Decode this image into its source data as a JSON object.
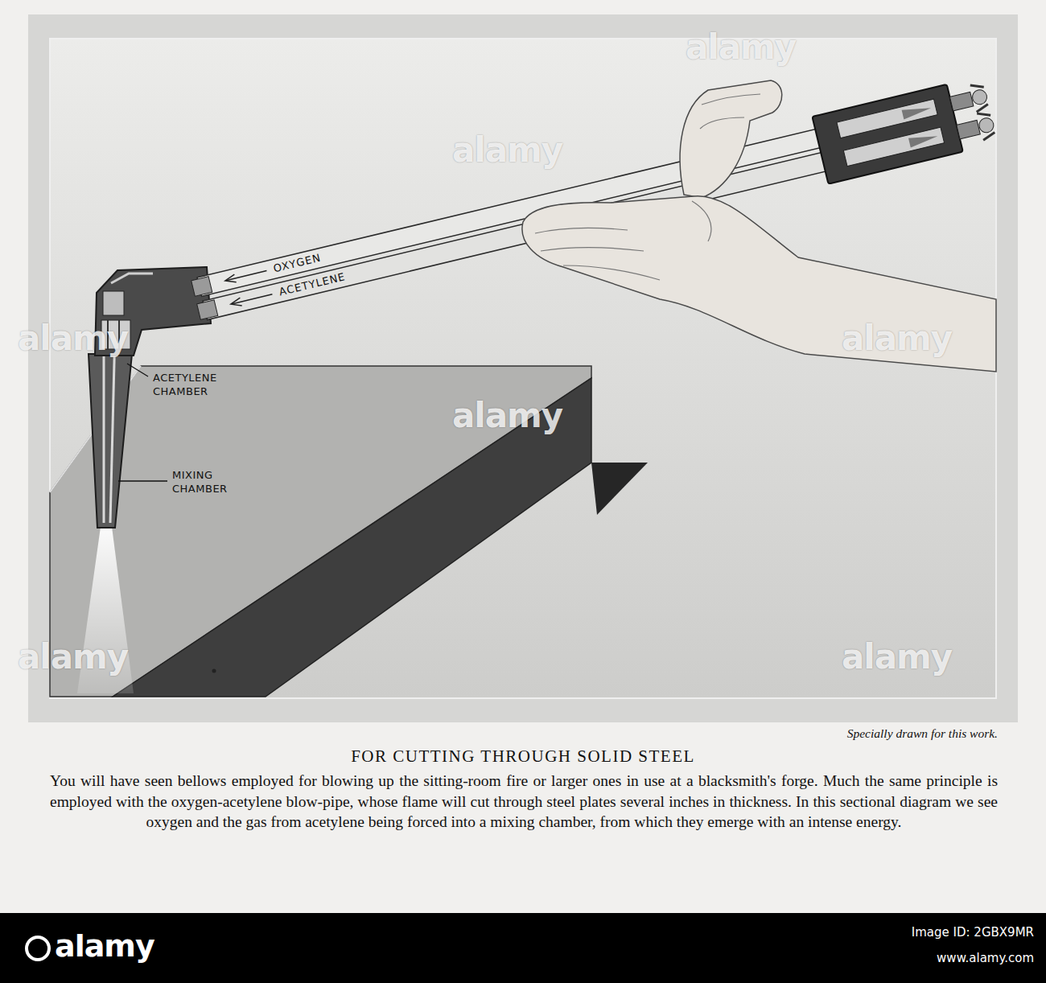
{
  "diagram": {
    "title": "FOR CUTTING THROUGH SOLID STEEL",
    "caption": "You will have seen bellows employed for blowing up the sitting-room fire or larger ones in use at a blacksmith's forge. Much the same principle is employed with the oxygen-acetylene blow-pipe, whose flame will cut through steel plates several inches in thickness. In this sectional diagram we see oxygen and the gas from acetylene being forced into a mixing chamber, from which they emerge with an intense energy.",
    "labels": [
      "OXYGEN",
      "ACETYLENE",
      "ACETYLENE CHAMBER",
      "MIXING CHAMBER",
      "Specially drawn for this work.",
      "alamy",
      "alamy",
      "alamy",
      "alamy",
      "alamy",
      "alamy",
      "alamy",
      "alamy",
      "Image ID: 2GBX9MR",
      "www.alamy.com"
    ]
  }
}
